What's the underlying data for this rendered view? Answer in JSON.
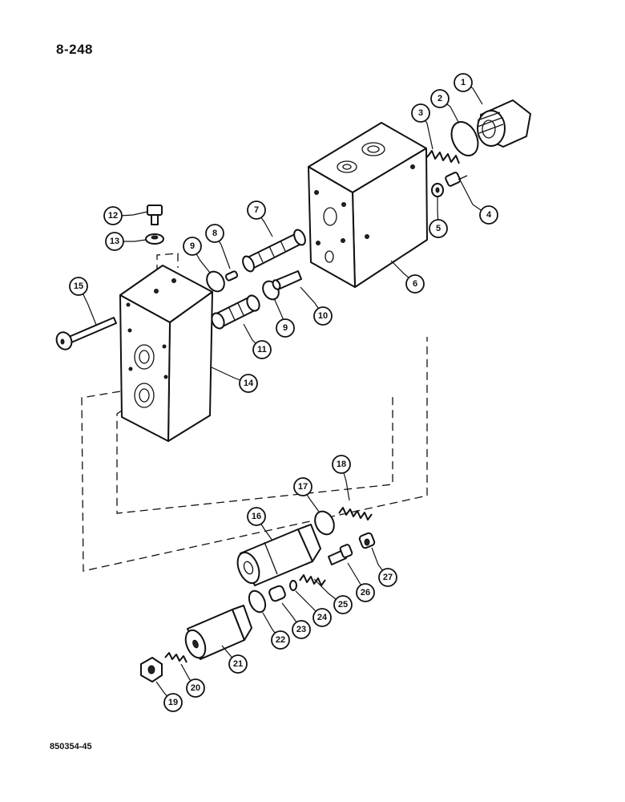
{
  "page_number": "8-248",
  "figure_id": "850354-45",
  "callouts": [
    "1",
    "2",
    "3",
    "4",
    "5",
    "6",
    "7",
    "8",
    "9",
    "9",
    "10",
    "11",
    "12",
    "13",
    "14",
    "15",
    "16",
    "17",
    "18",
    "19",
    "20",
    "21",
    "22",
    "23",
    "24",
    "25",
    "26",
    "27"
  ]
}
